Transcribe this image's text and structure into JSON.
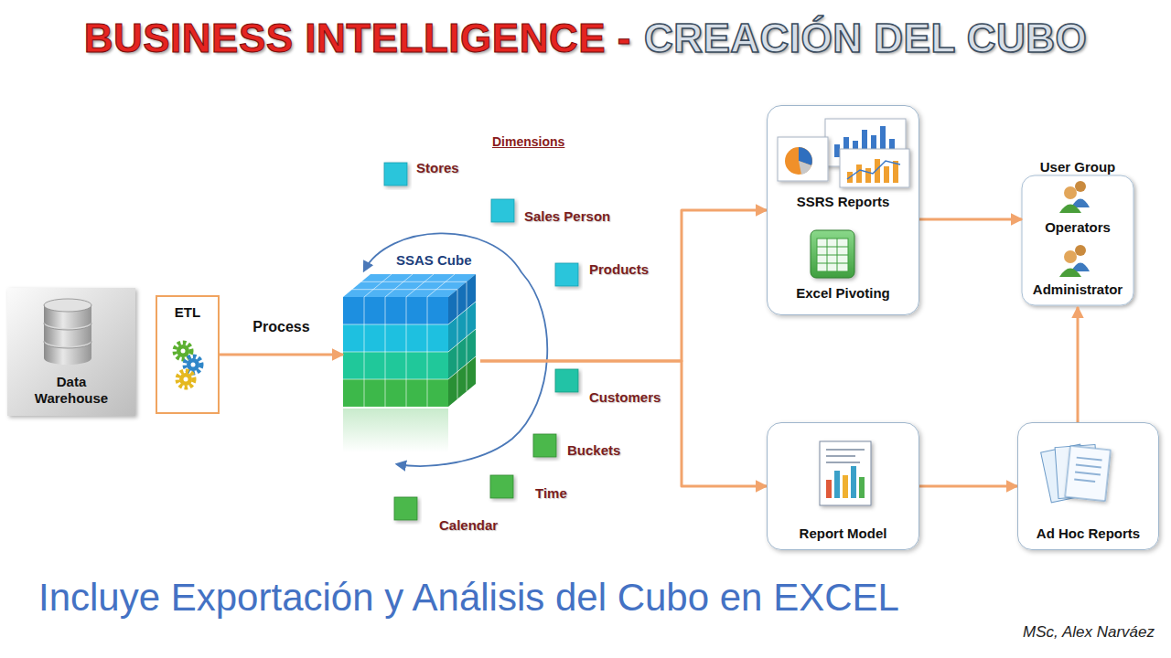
{
  "diagram": {
    "title": "BUSINESS INTELLIGENCE -",
    "caption": "Incluye Exportación y Análisis del Cubo en EXCEL",
    "nodes": [
      {
        "text": [
          "Data Warehouse"
        ]
      },
      {
        "text": [
          "ETL"
        ]
      },
      {
        "text": [
          "SSAS Cube"
        ]
      },
      {
        "text": [
          "SSRS Reports",
          "Excel Pivoting"
        ]
      },
      {
        "text": [
          "Report Model"
        ]
      },
      {
        "text": [
          "Ad Hoc Reports"
        ]
      },
      {
        "text": [
          "User Group",
          "Operators",
          "Administrator"
        ]
      }
    ],
    "edges": [
      {
        "from": 1,
        "to": 2,
        "arrow": "to",
        "label": "Process"
      },
      {
        "from": 2,
        "to": 3,
        "arrow": "to"
      },
      {
        "from": 2,
        "to": 4,
        "arrow": "to"
      },
      {
        "from": 3,
        "to": 6,
        "arrow": "to"
      },
      {
        "from": 4,
        "to": 5,
        "arrow": "to"
      },
      {
        "from": 5,
        "to": 6,
        "arrow": "to"
      }
    ],
    "labels": [
      "CREACIÓN DEL CUBO",
      "Dimensions",
      "Stores",
      "Sales Person",
      "Products",
      "Customers",
      "Buckets",
      "Time",
      "Calendar",
      "MSc, Alex Narváez"
    ]
  }
}
